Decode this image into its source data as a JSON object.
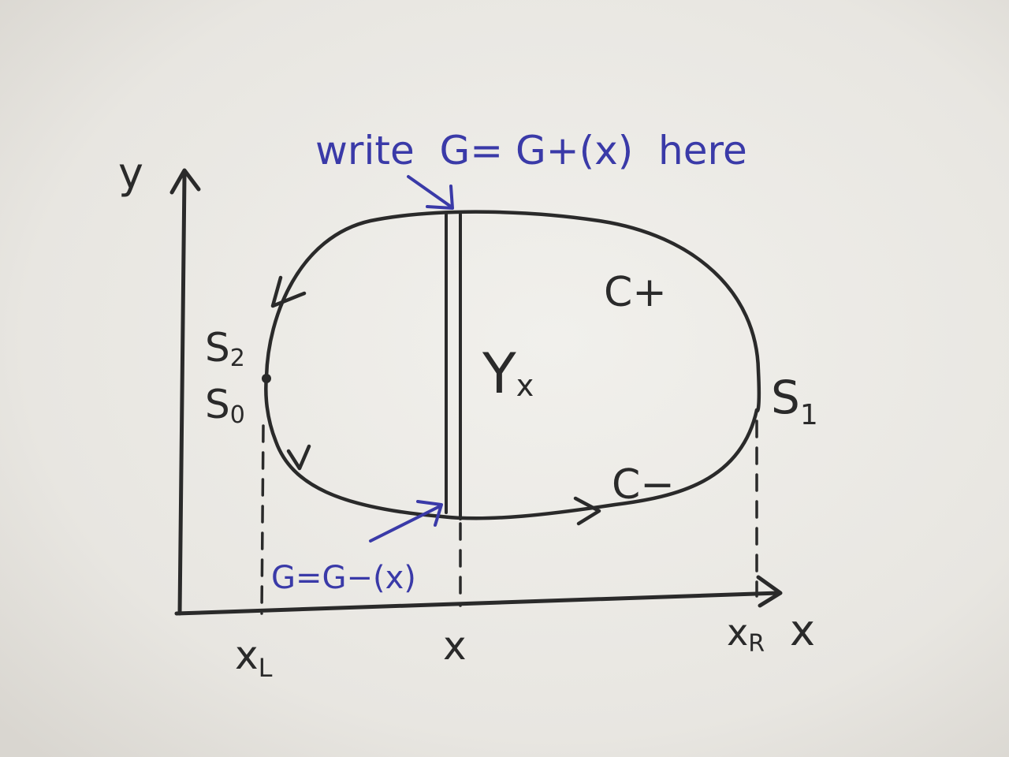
{
  "colors": {
    "paper": "#ebe9e4",
    "black_ink": "#2a2a2a",
    "blue_ink": "#3a3aa8"
  },
  "labels": {
    "y_axis": "y",
    "x_axis": "x",
    "x_left": "xL",
    "x_left_base": "x",
    "x_left_sub": "L",
    "x_mid": "x",
    "x_right_base": "x",
    "x_right_sub": "R",
    "curve_upper": "C+",
    "curve_lower": "C−",
    "region": "Yx",
    "region_base": "Y",
    "region_sub": "x",
    "s1": "S1",
    "s1_base": "S",
    "s1_sub": "1",
    "s2_base": "S",
    "s2_sub": "2",
    "s0_base": "S",
    "s0_sub": "0"
  },
  "annotations": {
    "top": "write  G= G+(x)  here",
    "bottom": "G=G−(x)"
  }
}
